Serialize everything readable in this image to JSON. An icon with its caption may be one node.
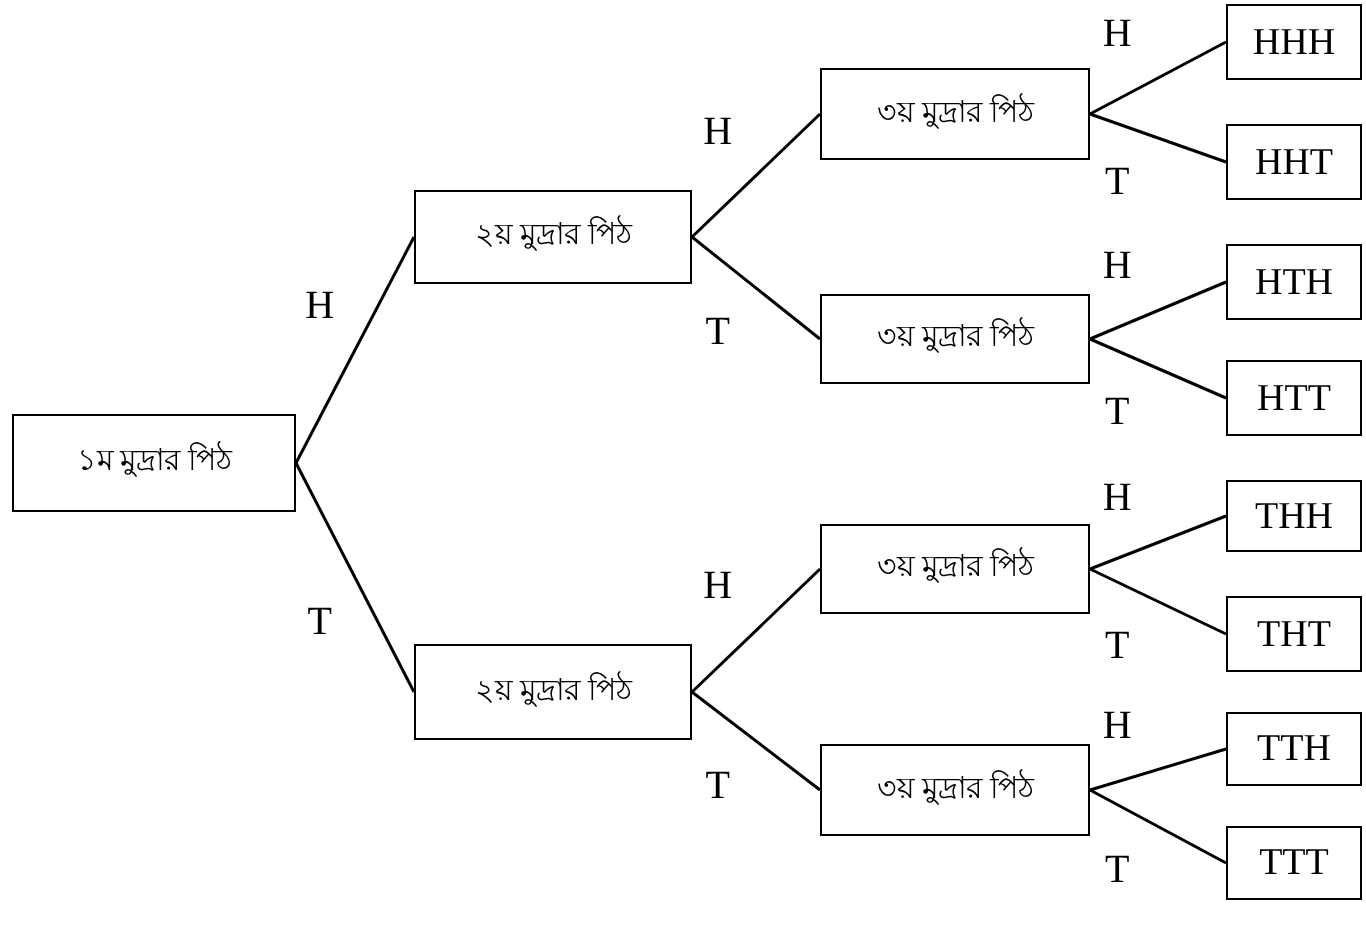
{
  "diagram": {
    "nodes": [
      {
        "text": [
          "১ম মুদ্রার পিঠ"
        ]
      },
      {
        "text": [
          "২য় মুদ্রার পিঠ"
        ]
      },
      {
        "text": [
          "২য় মুদ্রার পিঠ"
        ]
      },
      {
        "text": [
          "৩য় মুদ্রার পিঠ"
        ]
      },
      {
        "text": [
          "৩য় মুদ্রার পিঠ"
        ]
      },
      {
        "text": [
          "৩য় মুদ্রার পিঠ"
        ]
      },
      {
        "text": [
          "৩য় মুদ্রার পিঠ"
        ]
      },
      {
        "text": [
          "HHH"
        ]
      },
      {
        "text": [
          "HHT"
        ]
      },
      {
        "text": [
          "HTH"
        ]
      },
      {
        "text": [
          "HTT"
        ]
      },
      {
        "text": [
          "THH"
        ]
      },
      {
        "text": [
          "THT"
        ]
      },
      {
        "text": [
          "TTH"
        ]
      },
      {
        "text": [
          "TTT"
        ]
      }
    ],
    "edges": [
      {
        "from": 0,
        "to": 1,
        "arrow": "none",
        "label": "H"
      },
      {
        "from": 0,
        "to": 2,
        "arrow": "none",
        "label": "T"
      },
      {
        "from": 1,
        "to": 3,
        "arrow": "none",
        "label": "H"
      },
      {
        "from": 1,
        "to": 4,
        "arrow": "none",
        "label": "T"
      },
      {
        "from": 2,
        "to": 5,
        "arrow": "none",
        "label": "H"
      },
      {
        "from": 2,
        "to": 6,
        "arrow": "none",
        "label": "T"
      },
      {
        "from": 3,
        "to": 7,
        "arrow": "none",
        "label": "H"
      },
      {
        "from": 3,
        "to": 8,
        "arrow": "none",
        "label": "T"
      },
      {
        "from": 4,
        "to": 9,
        "arrow": "none",
        "label": "H"
      },
      {
        "from": 4,
        "to": 10,
        "arrow": "none",
        "label": "T"
      },
      {
        "from": 5,
        "to": 11,
        "arrow": "none",
        "label": "H"
      },
      {
        "from": 5,
        "to": 12,
        "arrow": "none",
        "label": "T"
      },
      {
        "from": 6,
        "to": 13,
        "arrow": "none",
        "label": "H"
      },
      {
        "from": 6,
        "to": 14,
        "arrow": "none",
        "label": "T"
      }
    ]
  }
}
